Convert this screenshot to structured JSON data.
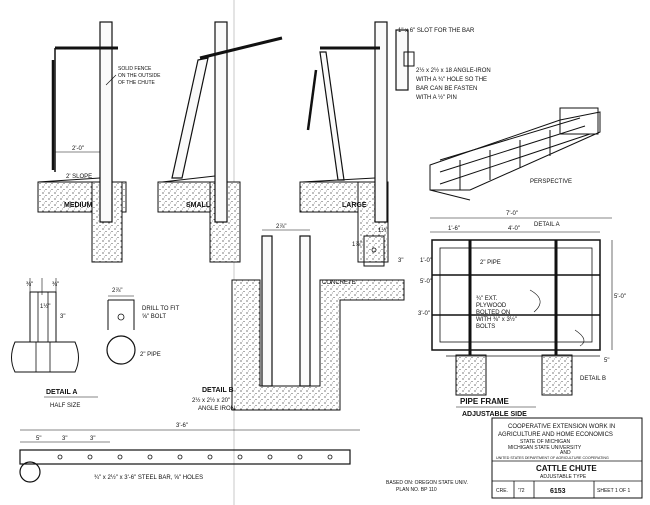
{
  "views": {
    "medium": "MEDIUM",
    "small": "SMALL",
    "large": "LARGE",
    "perspective": "PERSPECTIVE"
  },
  "notes": {
    "solid_fence": [
      "SOLID FENCE",
      "ON THE OUTSIDE",
      "OF THE CHUTE"
    ],
    "slope_top": "2'-0\"",
    "slope": "2' SLOPE",
    "slot": "1\" x 6\" SLOT FOR THE BAR",
    "angle_iron": [
      "2½ x 2½ x 18 ANGLE-IRON",
      "WITH A ¾\" HOLE SO THE",
      "BAR CAN BE FASTEN",
      "WITH A ½\" PIN"
    ],
    "concrete": "CONCRETE",
    "drill": [
      "DRILL TO FIT",
      "⅝\" BOLT"
    ],
    "pipe_2": "2\" PIPE",
    "based_on": [
      "BASED ON: OREGON STATE UNIV.",
      "PLAN NO. BP 110"
    ]
  },
  "detail_a": {
    "title": "DETAIL A",
    "scale": "HALF SIZE",
    "dim_left": "⅜\"",
    "dim_right": "⅜\"",
    "dim_mid": "1½\"",
    "dim_side": "3\"",
    "dim_top": "2⅞\""
  },
  "detail_b": {
    "title": "DETAIL B",
    "spec": [
      "2½ x 2½ x 20\"",
      "ANGLE IRON"
    ],
    "dim_top": "2⅞\"",
    "dim_small": "1⅞\"",
    "dim_right": "1¼\"",
    "dim_depth": "3\""
  },
  "frame": {
    "total_width": "7'-0\"",
    "left_span": "1'-6\"",
    "mid_span": "4'-0\"",
    "detail_a": "DETAIL A",
    "detail_b": "DETAIL B",
    "height_top": "1'-0\"",
    "height_mid": "5'-0\"",
    "height_low": "3'-0\"",
    "height_total": "5'-0\"",
    "pipe": "2\" PIPE",
    "plywood": [
      "¾\" EXT.",
      "PLYWOOD",
      "BOLTED ON",
      "WITH ⅜\" x 3½\"",
      "BOLTS"
    ],
    "bottom_dim": "5\"",
    "title": "PIPE FRAME",
    "subtitle": "ADJUSTABLE SIDE"
  },
  "bar": {
    "length": "3'-6\"",
    "d1": "5\"",
    "d2": "3\"",
    "d3": "3\"",
    "label": "¾\" x 2½\" x 3'-6\" STEEL BAR, ⅝\" HOLES"
  },
  "title_block": {
    "org": [
      "COOPERATIVE EXTENSION WORK IN",
      "AGRICULTURE AND HOME ECONOMICS"
    ],
    "line3": "STATE OF MICHIGAN",
    "line4": "MICHIGAN STATE UNIVERSITY",
    "line5": "AND",
    "line6": "UNITED STATES DEPARTMENT OF AGRICULTURE COOPERATING",
    "title": "CATTLE CHUTE",
    "subtitle": "ADJUSTABLE TYPE",
    "cre": "CRE.",
    "year": "'72",
    "number": "6153",
    "sheet": "SHEET 1 OF 1"
  }
}
